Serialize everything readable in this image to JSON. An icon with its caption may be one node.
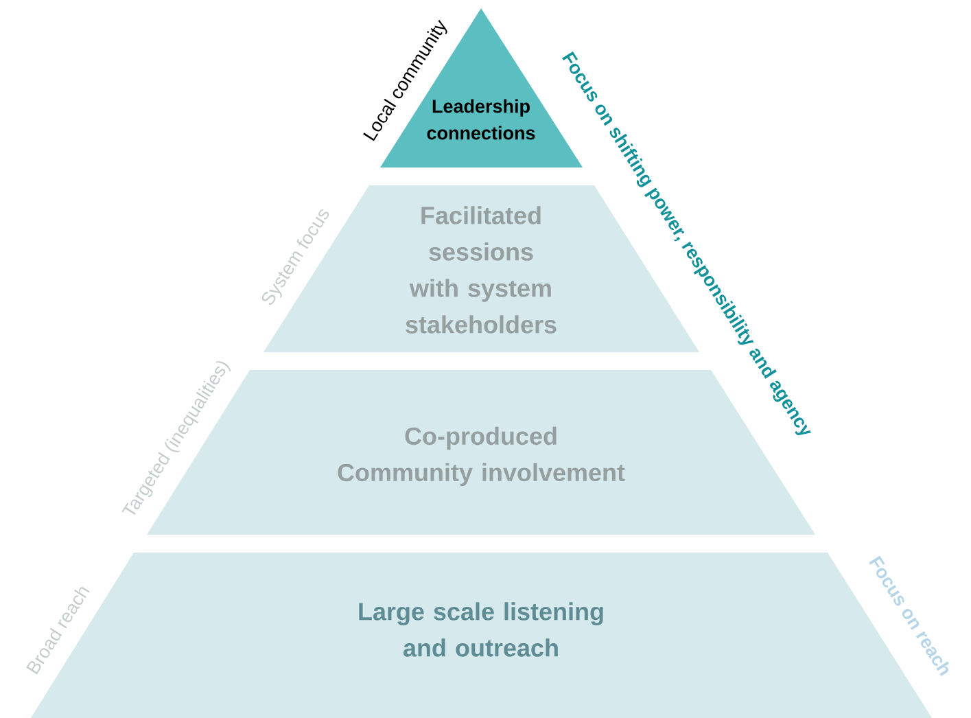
{
  "diagram": {
    "nodes": [
      {
        "text": [
          "Leadership connections"
        ]
      },
      {
        "text": [
          "Facilitated sessions with system stakeholders"
        ]
      },
      {
        "text": [
          "Co-produced Community involvement"
        ]
      },
      {
        "text": [
          "Large scale listening and outreach"
        ]
      }
    ],
    "labels": [
      "Local community",
      "Focus on shifting power, responsibility and agency",
      "System focus",
      "Targeted (inequalities)",
      "Broad reach",
      "Focus on reach"
    ]
  }
}
